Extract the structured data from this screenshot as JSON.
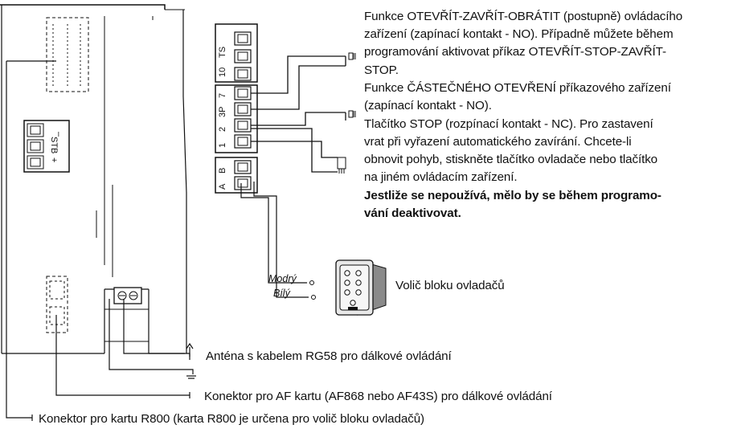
{
  "terminals": {
    "ts_block": [
      "10",
      "TS"
    ],
    "command_block": [
      "7",
      "3P",
      "2",
      "1"
    ],
    "rs485_block": [
      "B",
      "A"
    ],
    "stb_block": [
      "–",
      "STB",
      "+"
    ]
  },
  "descriptions": {
    "open_close_reverse": [
      "Funkce OTEVŘÍT-ZAVŘÍT-OBRÁTIT (postupně) ovládacího",
      "zařízení (zapínací kontakt - NO). Případně můžete během",
      "programování aktivovat příkaz OTEVŘÍT-STOP-ZAVŘÍT-",
      "STOP."
    ],
    "partial_open": [
      "Funkce ČÁSTEČNÉHO OTEVŘENÍ příkazového zařízení",
      "(zapínací kontakt - NO)."
    ],
    "stop_button": [
      "Tlačítko STOP (rozpínací kontakt - NC). Pro zastavení",
      "vrat při vyřazení automatického zavírání. Chcete-li",
      "obnovit pohyb, stiskněte tlačítko ovladače nebo tlačítko",
      "na jiném ovládacím zařízení."
    ],
    "stop_warning": [
      "Jestliže se nepoužívá, mělo by se během programo-",
      "vání deaktivovat."
    ]
  },
  "wires": {
    "blue": "Modrý",
    "white": "Bílý"
  },
  "labels": {
    "keypad": "Volič bloku ovladačů",
    "antenna": "Anténa s kabelem RG58 pro dálkové ovládání",
    "af_connector": "Konektor pro AF kartu (AF868 nebo AF43S) pro dálkové ovládání",
    "r800_connector": "Konektor pro kartu R800 (karta R800 je určena pro volič bloku ovladačů)"
  },
  "colors": {
    "line": "#111111",
    "fill": "#ffffff",
    "keypad_body": "#8a8a8a"
  }
}
